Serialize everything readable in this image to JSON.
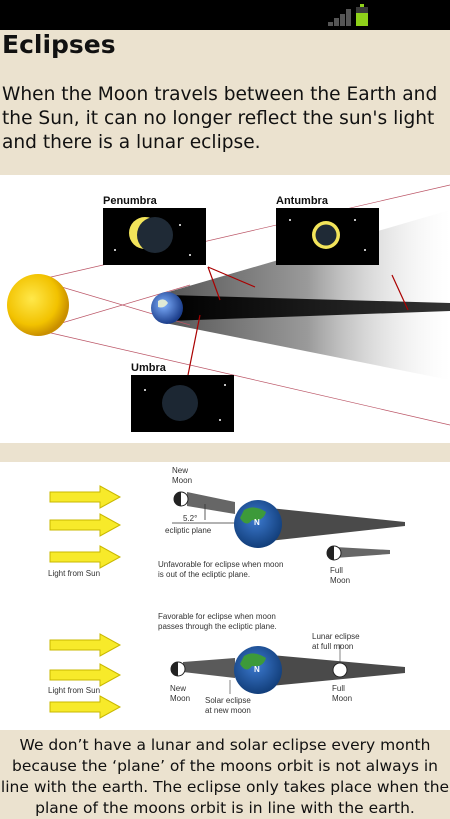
{
  "status_bar": {
    "battery_level": 0.7,
    "signal_icon": "signal-icon",
    "battery_icon": "battery-icon"
  },
  "article": {
    "title": "Eclipses",
    "intro": "When the Moon travels between the Earth and the Sun, it can no longer reflect the sun's light and there is a lunar eclipse.",
    "bottom_text": "We don’t have a lunar and solar eclipse every month because the ‘plane’ of the moons orbit is not always in line with the earth. The eclipse only takes place when the plane of the moons orbit is in line with the earth."
  },
  "figure1": {
    "penumbra_label": "Penumbra",
    "antumbra_label": "Antumbra",
    "umbra_label": "Umbra"
  },
  "figure2": {
    "new_moon_top": "New",
    "new_moon_top2": "Moon",
    "angle": "5.2°",
    "ecliptic_plane": "ecliptic plane",
    "light_from_sun_1": "Light from Sun",
    "light_from_sun_2": "Light from Sun",
    "earth_letter_1": "N",
    "earth_letter_2": "N",
    "unfavorable_1": "Unfavorable for eclipse when moon",
    "unfavorable_2": "is out of the ecliptic plane.",
    "full_moon_top": "Full",
    "full_moon_top2": "Moon",
    "favorable_1": "Favorable for eclipse when moon",
    "favorable_2": "passes through the ecliptic plane.",
    "lunar_eclipse_1": "Lunar eclipse",
    "lunar_eclipse_2": "at full moon",
    "new_moon_bottom": "New",
    "new_moon_bottom2": "Moon",
    "solar_eclipse_1": "Solar eclipse",
    "solar_eclipse_2": "at new moon",
    "full_moon_bottom": "Full",
    "full_moon_bottom2": "Moon"
  }
}
